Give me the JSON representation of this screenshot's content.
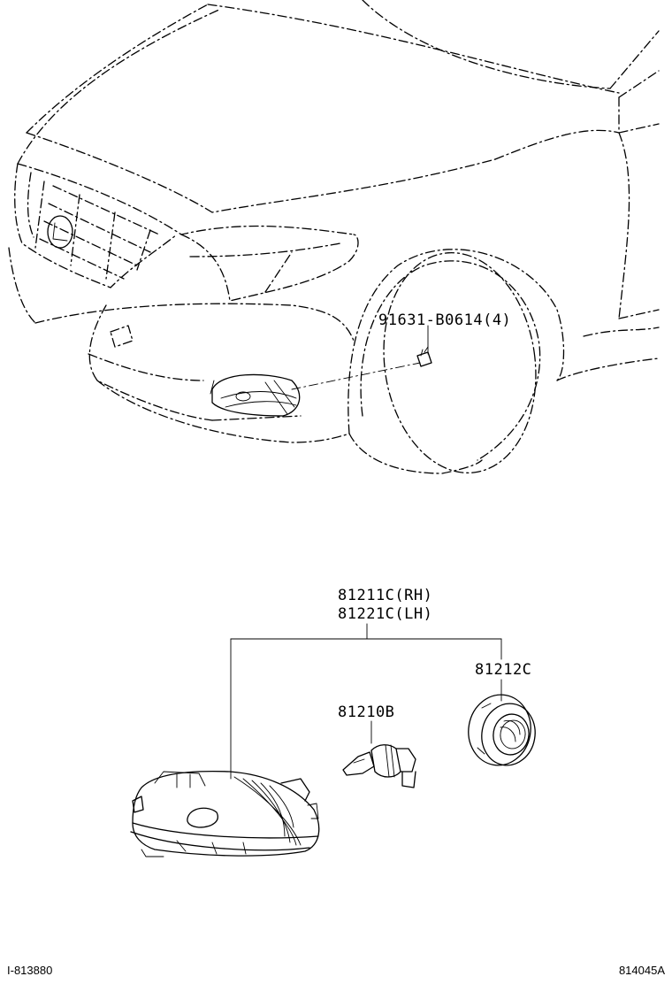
{
  "parts": {
    "bolt": "91631-B0614(4)",
    "fog_lamp_rh": "81211C(RH)",
    "fog_lamp_lh": "81221C(LH)",
    "socket_cover": "81212C",
    "bulb": "81210B"
  },
  "footer": {
    "left_code": "I-813880",
    "right_code": "814045A"
  }
}
